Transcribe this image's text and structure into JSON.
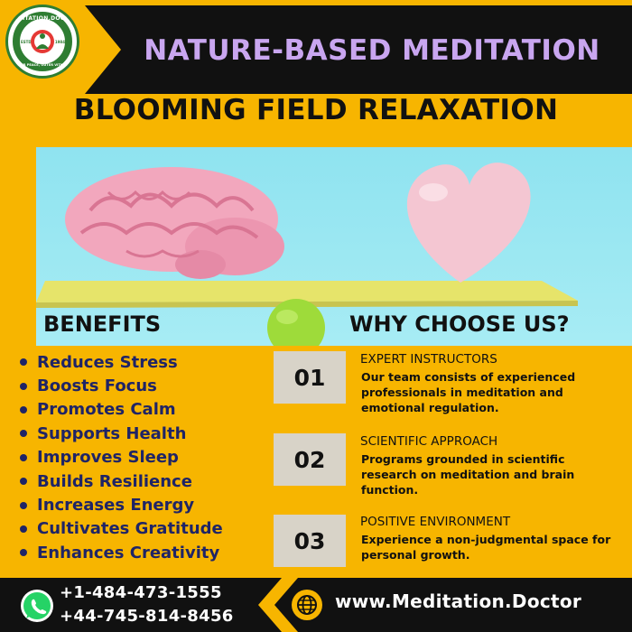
{
  "logo": {
    "brand": "MEDITATION.DOCTOR",
    "tagline": "INNER PEACE, OUTER VITALITY",
    "year_left": "ESTD.",
    "year_right": "1984"
  },
  "header": {
    "title": "NATURE-BASED MEDITATION",
    "subtitle": "BLOOMING FIELD RELAXATION"
  },
  "benefits": {
    "heading": "BENEFITS",
    "items": [
      "Reduces Stress",
      "Boosts Focus",
      "Promotes Calm",
      "Supports Health",
      "Improves Sleep",
      "Builds Resilience",
      "Increases Energy",
      "Cultivates Gratitude",
      "Enhances Creativity"
    ]
  },
  "why": {
    "heading": "WHY CHOOSE US?",
    "reasons": [
      {
        "number": "01",
        "title": "EXPERT INSTRUCTORS",
        "description": "Our team consists of experienced professionals in meditation and emotional regulation."
      },
      {
        "number": "02",
        "title": "SCIENTIFIC APPROACH",
        "description": "Programs grounded in scientific research on meditation and brain function."
      },
      {
        "number": "03",
        "title": "POSITIVE ENVIRONMENT",
        "description": "Experience a non-judgmental space for personal growth."
      }
    ]
  },
  "footer": {
    "phone_1": "+1-484-473-1555",
    "phone_2": "+44-745-814-8456",
    "website": "www.Meditation.Doctor",
    "phone_icon": "whatsapp-icon",
    "web_icon": "globe-icon"
  },
  "colors": {
    "background": "#f7b500",
    "banner": "#111111",
    "title_text": "#c9a6f0",
    "list_text": "#1f2466",
    "number_box": "#d8d3c8",
    "hero_sky": "#9fe8f2",
    "logo_green": "#2e7d32"
  }
}
